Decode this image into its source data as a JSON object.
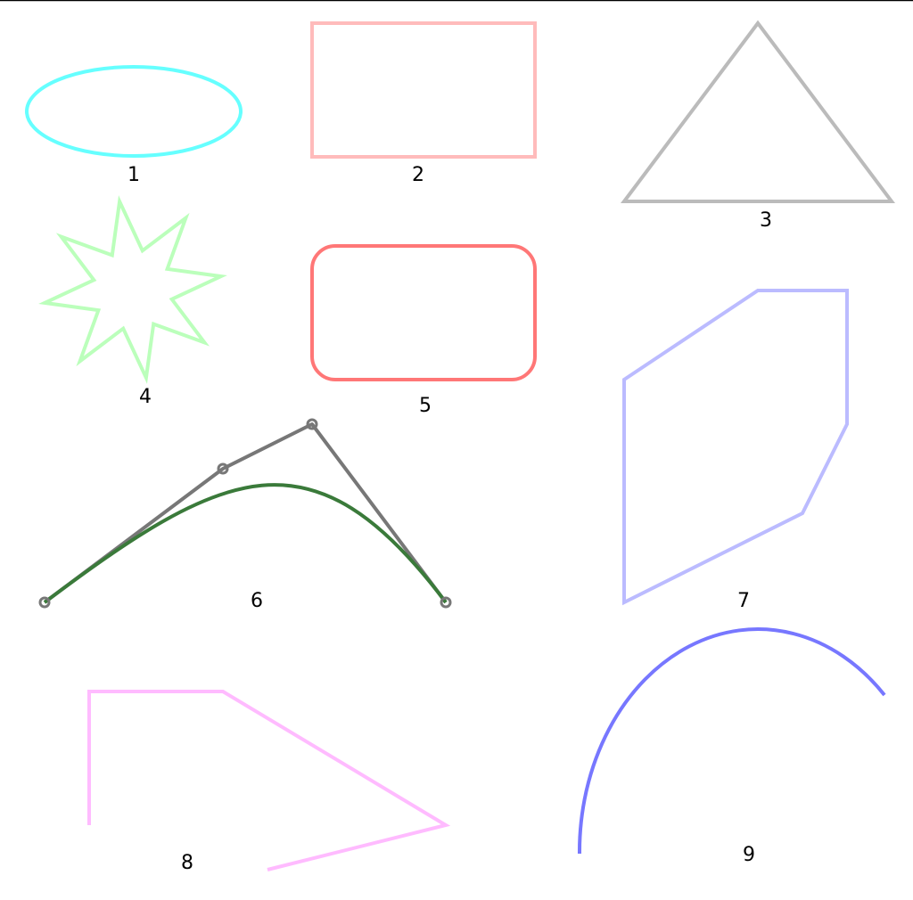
{
  "shapes": [
    {
      "id": "1",
      "kind": "ellipse",
      "label": "1",
      "color": "#66ffff"
    },
    {
      "id": "2",
      "kind": "rectangle",
      "label": "2",
      "color": "#ffbbbb"
    },
    {
      "id": "3",
      "kind": "triangle",
      "label": "3",
      "color": "#bbbbbb"
    },
    {
      "id": "4",
      "kind": "star-8-point",
      "label": "4",
      "color": "#bbffbb"
    },
    {
      "id": "5",
      "kind": "rounded-rectangle",
      "label": "5",
      "color": "#ff7777"
    },
    {
      "id": "6",
      "kind": "bezier-curve-with-control-polygon",
      "label": "6",
      "curve_color": "#3a7a3a",
      "control_color": "#777777"
    },
    {
      "id": "7",
      "kind": "polygon",
      "label": "7",
      "color": "#bbbbff"
    },
    {
      "id": "8",
      "kind": "polyline",
      "label": "8",
      "color": "#ffbbff"
    },
    {
      "id": "9",
      "kind": "arc",
      "label": "9",
      "color": "#7777ff"
    }
  ],
  "top_border_color": "#000000"
}
